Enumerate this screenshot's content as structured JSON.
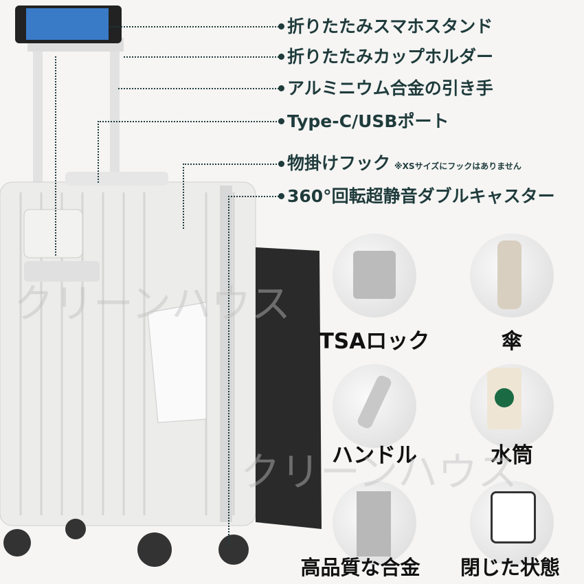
{
  "features": [
    {
      "label": "折りたたみスマホスタンド"
    },
    {
      "label": "折りたたみカップホルダー"
    },
    {
      "label": "アルミニウム合金の引き手"
    },
    {
      "label": "Type-C/USBポート"
    },
    {
      "label": "物掛けフック",
      "note": "※XSサイズにフックはありません"
    },
    {
      "label": "360°回転超静音ダブルキャスター"
    }
  ],
  "details": [
    {
      "label": "TSAロック",
      "icon": "tsa-lock"
    },
    {
      "label": "傘",
      "icon": "umbrella-holder"
    },
    {
      "label": "ハンドル",
      "icon": "handle"
    },
    {
      "label": "水筒",
      "icon": "bottle-holder"
    },
    {
      "label": "高品質な合金",
      "icon": "alloy-hinge"
    },
    {
      "label": "閉じた状態",
      "icon": "closed-state"
    }
  ],
  "watermark": "クリーンハウス",
  "colors": {
    "text": "#1f3b3b",
    "suitcase": "#ececea"
  }
}
